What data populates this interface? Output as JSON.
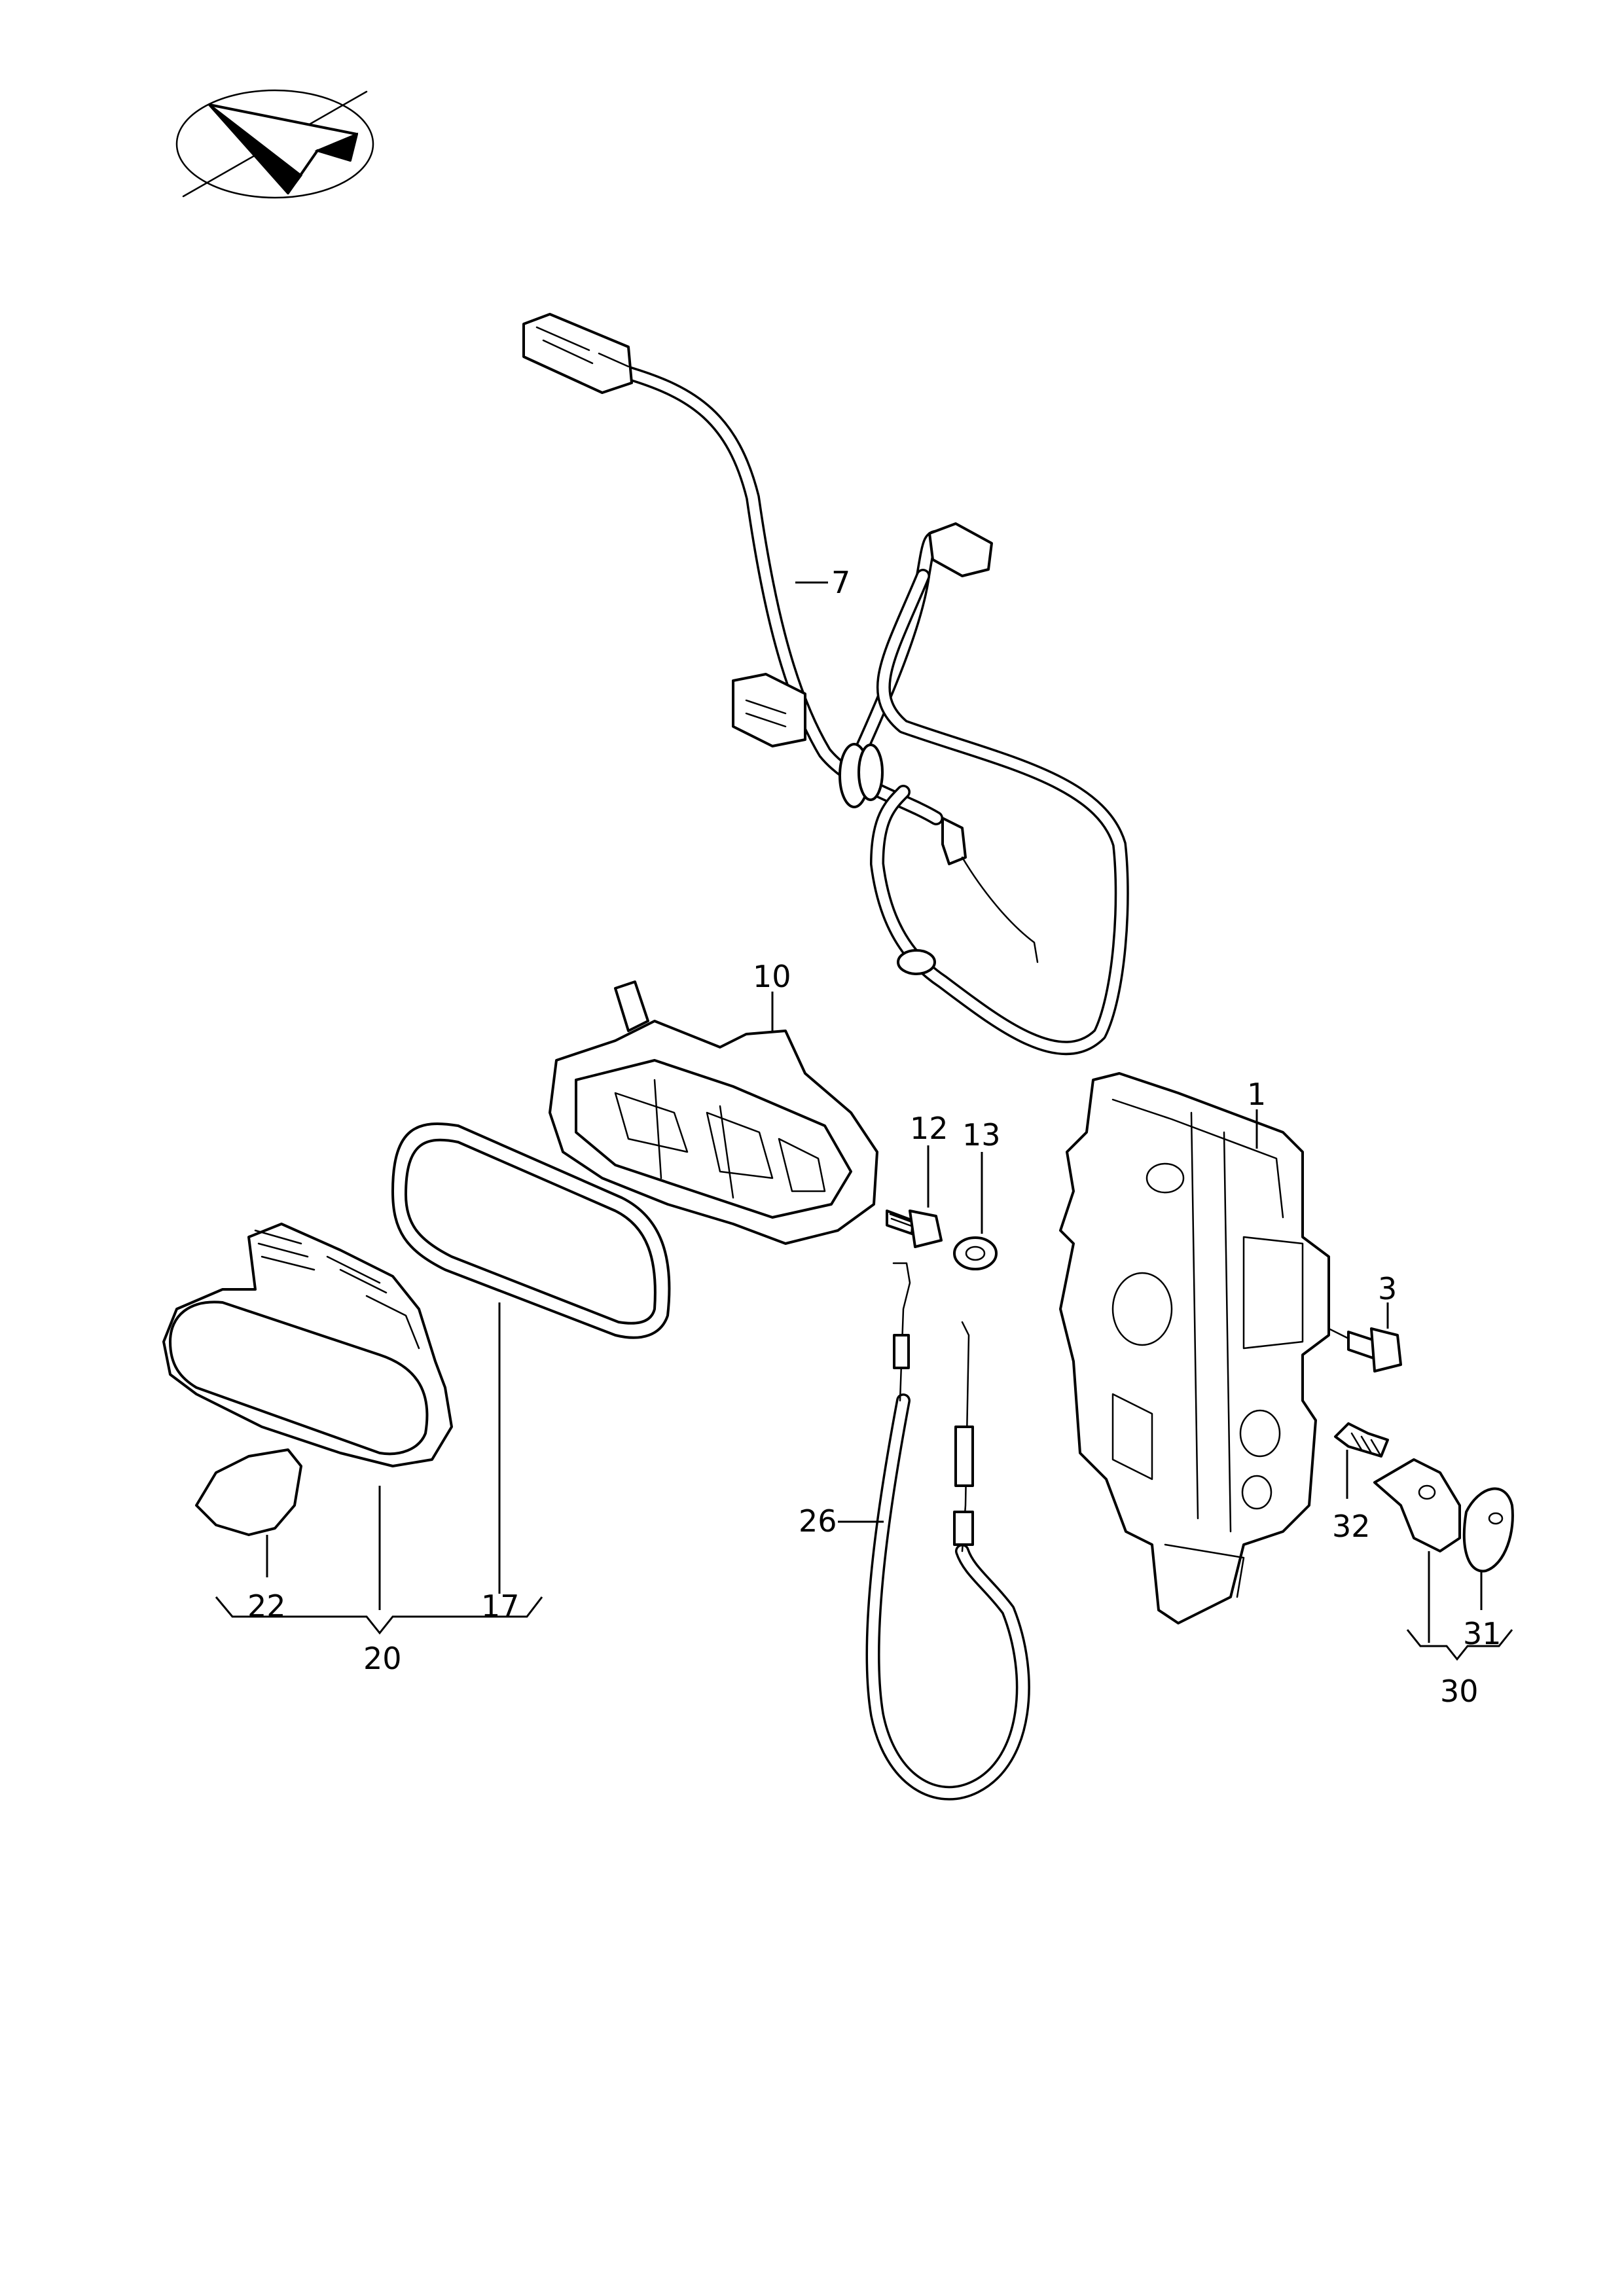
{
  "labels": {
    "p1": "1",
    "p3": "3",
    "p7": "7",
    "p10": "10",
    "p12": "12",
    "p13": "13",
    "p17": "17",
    "p20": "20",
    "p22": "22",
    "p26": "26",
    "p30": "30",
    "p31": "31",
    "p32": "32"
  },
  "icons": {
    "orientation": "vehicle-direction-arrow-icon"
  }
}
